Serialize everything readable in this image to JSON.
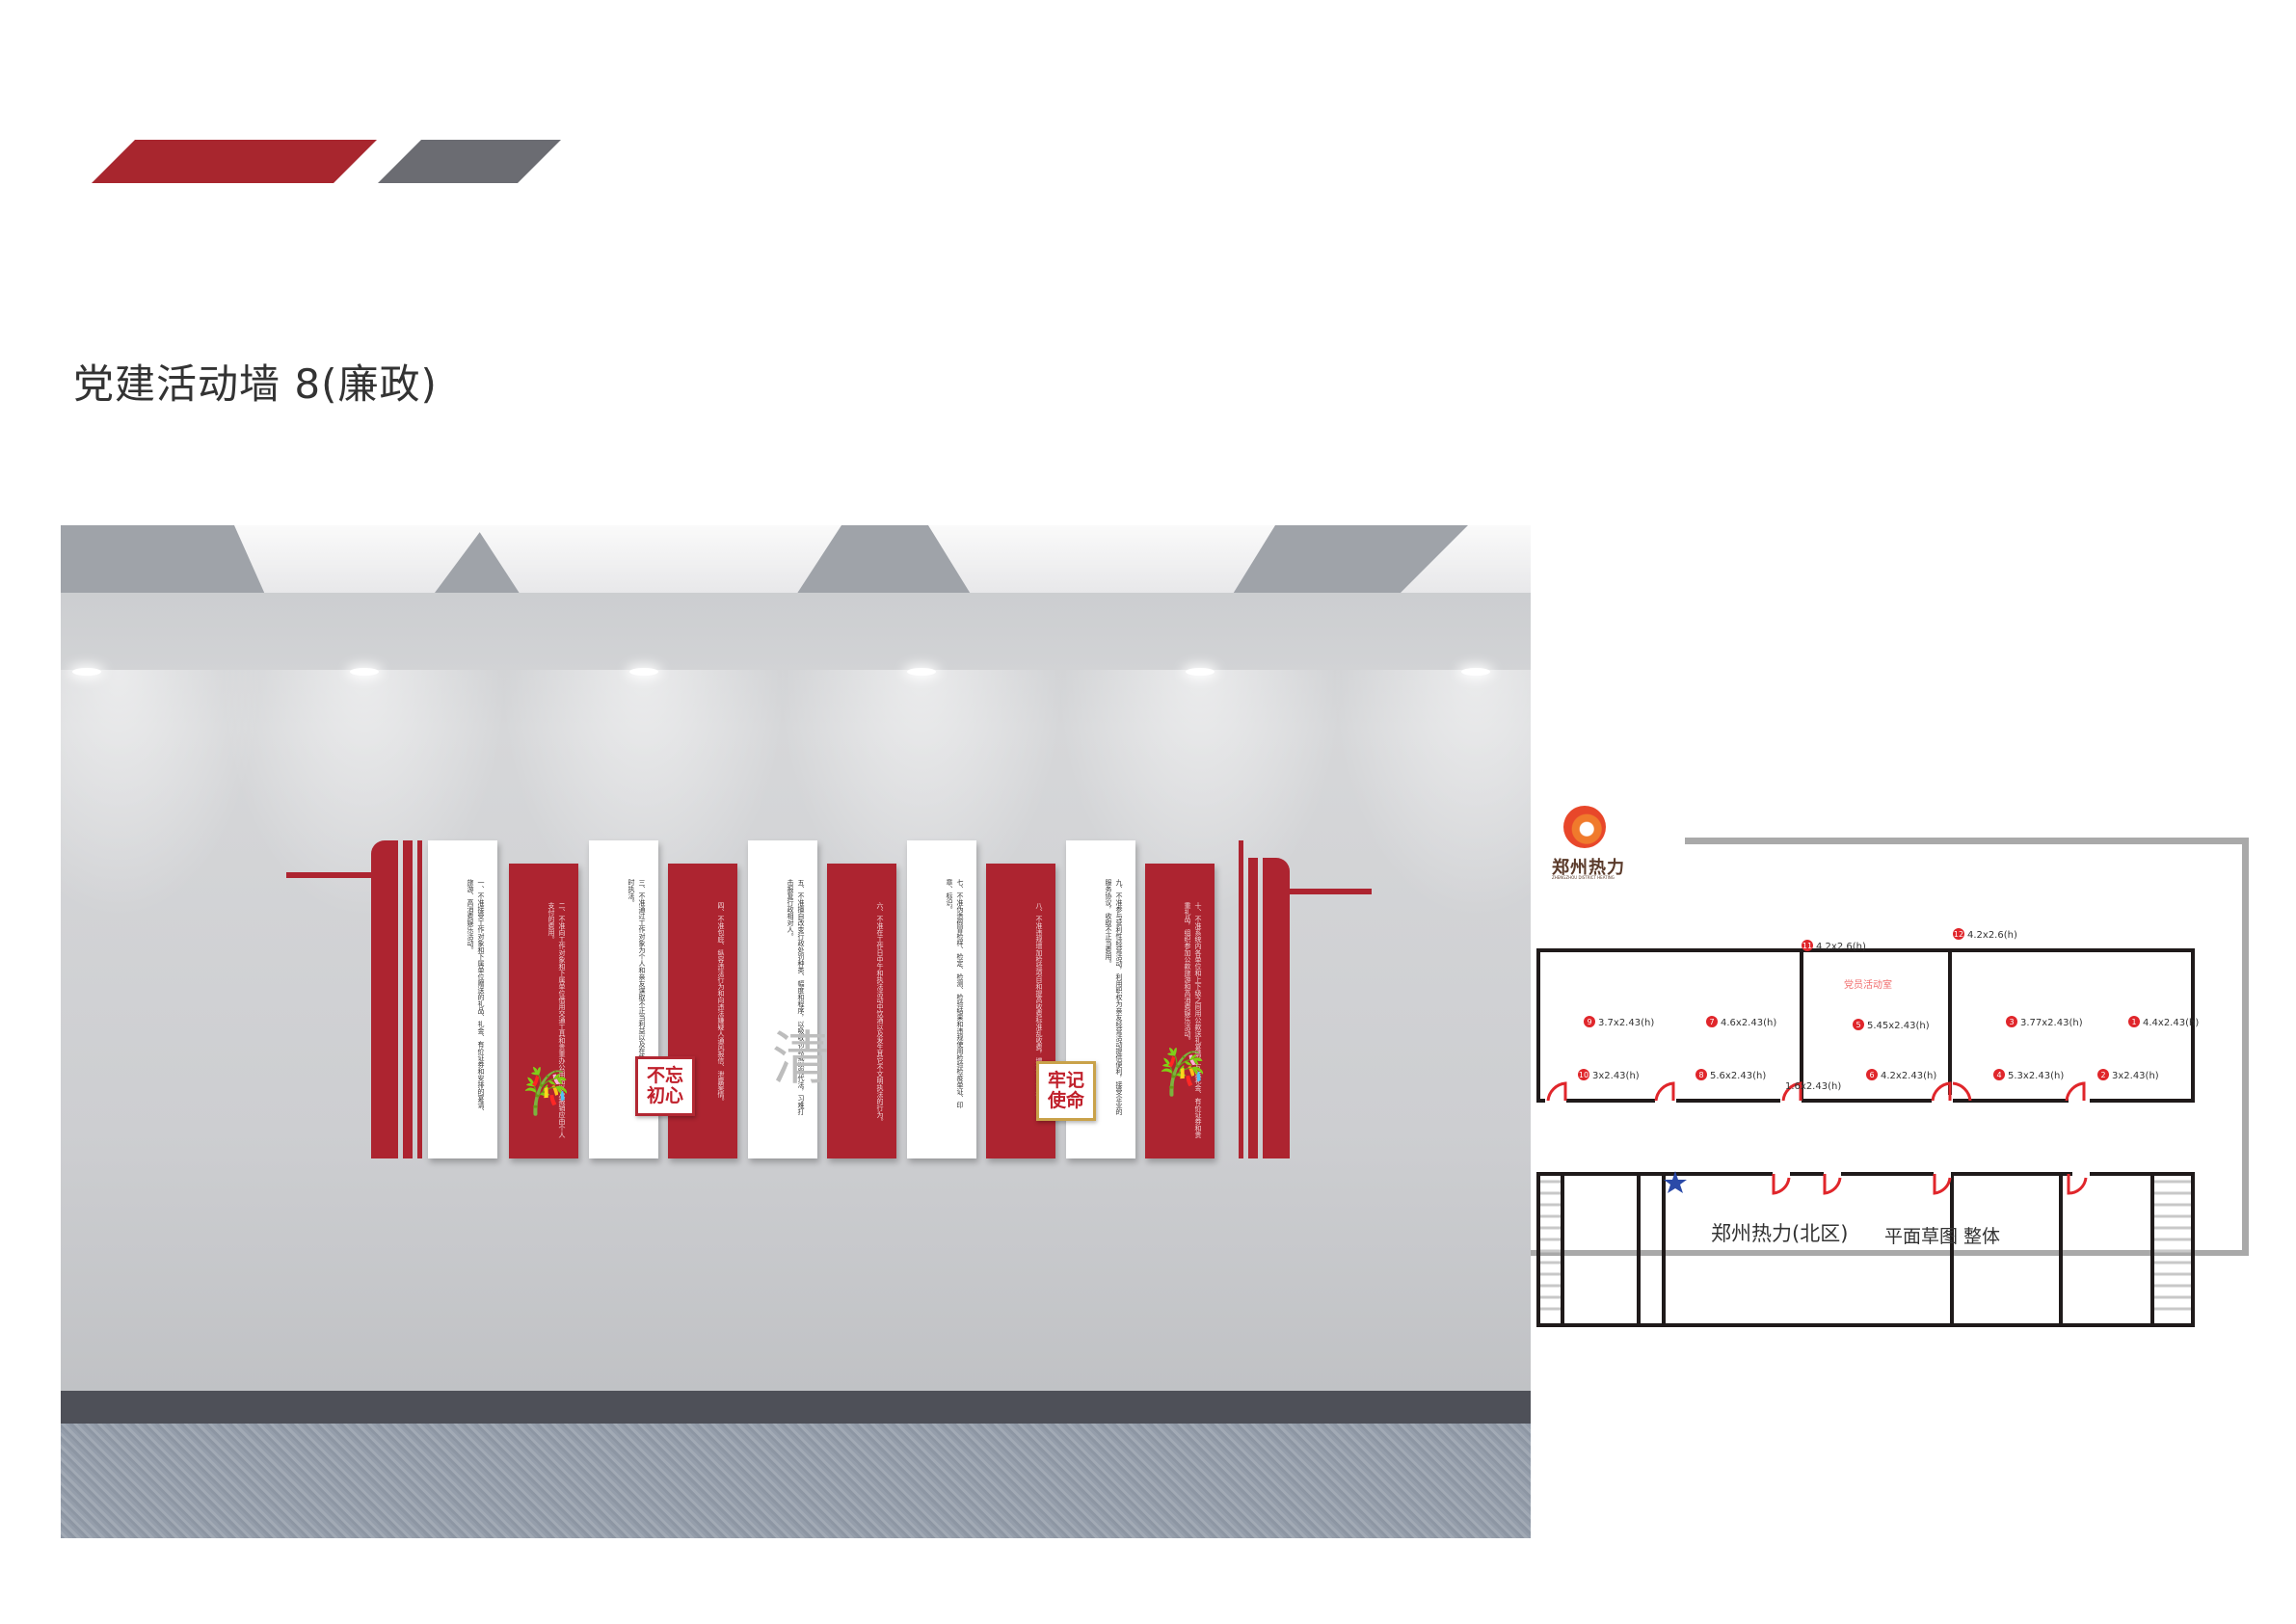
{
  "title": "党建活动墙  8(廉政)",
  "wall": {
    "badge_left": "不忘初心",
    "badge_right": "牢记使命",
    "calligraphy": "清",
    "panels": [
      {
        "tone": "white",
        "text": "一、不准接受工作对象和下属单位赠送的礼品、礼金、有价证券和安排的宴请、旅游、高消费娱乐活动。"
      },
      {
        "tone": "red",
        "text": "二、不准向工作对象和下属单位借用交通工具和贵重办公用品以及报销应由个人支付的费用。"
      },
      {
        "tone": "white",
        "text": "三、不准通过工作对象为个人和亲友谋取不正当利益以及在执法时购物或在购物时执法。"
      },
      {
        "tone": "red",
        "text": "四、不准包庇、纵容违法行为和向违法嫌疑人通风报信、泄露案情。"
      },
      {
        "tone": "white",
        "text": "五、不准擅自改变行政处罚种类、幅度和程序，以吸收罚款或以罚代法，习难打击报复行政相对人。"
      },
      {
        "tone": "red",
        "text": "六、不准在工作日中午和执法活动中饮酒以及发生其它不文明执法的行为。"
      },
      {
        "tone": "white",
        "text": "七、不准伪造假冒检样、检定、检测、检验结果和违规使用检验检疫单证、印章、标识。"
      },
      {
        "tone": "red",
        "text": "八、不准违规增加检验项目和提高收费标准乱收费，增加企业负担。"
      },
      {
        "tone": "white",
        "text": "九、不准参与营利性经营活动，利用职权为亲友经营活动提供便利，接受企业的服务协议，收取不正当费用。"
      },
      {
        "tone": "red",
        "text": "十、不准系统内各单位和上下级之间用公款送礼宴请、互送礼金、有价证券和贵重礼品，组织参加公款旅游和高消费娱乐活动。"
      }
    ]
  },
  "floorplan": {
    "logo_name": "郑州热力",
    "logo_sub": "ZHENGZHOU DISTRICT HEATING",
    "room_label": "党员活动室",
    "caption": "郑州热力(北区)",
    "caption2": "平面草图 整体",
    "marker_color": "#e0262b",
    "wall_color": "#1f1a1a",
    "door_color": "#e0262b",
    "star_color": "#2b4aa8",
    "markers": [
      {
        "num": "1",
        "dim": "4.4x2.43(h)"
      },
      {
        "num": "2",
        "dim": "3x2.43(h)"
      },
      {
        "num": "3",
        "dim": "3.77x2.43(h)"
      },
      {
        "num": "4",
        "dim": "5.3x2.43(h)"
      },
      {
        "num": "5",
        "dim": "5.45x2.43(h)"
      },
      {
        "num": "6",
        "dim": "4.2x2.43(h)"
      },
      {
        "num": "7",
        "dim": "4.6x2.43(h)"
      },
      {
        "num": "8",
        "dim": "5.6x2.43(h)"
      },
      {
        "num": "9",
        "dim": "3.7x2.43(h)"
      },
      {
        "num": "10",
        "dim": "3x2.43(h)"
      },
      {
        "num": "11",
        "dim": "4.2x2.6(h)"
      },
      {
        "num": "12",
        "dim": "4.2x2.6(h)"
      }
    ],
    "extra_dim": "1.6x2.43(h)"
  }
}
